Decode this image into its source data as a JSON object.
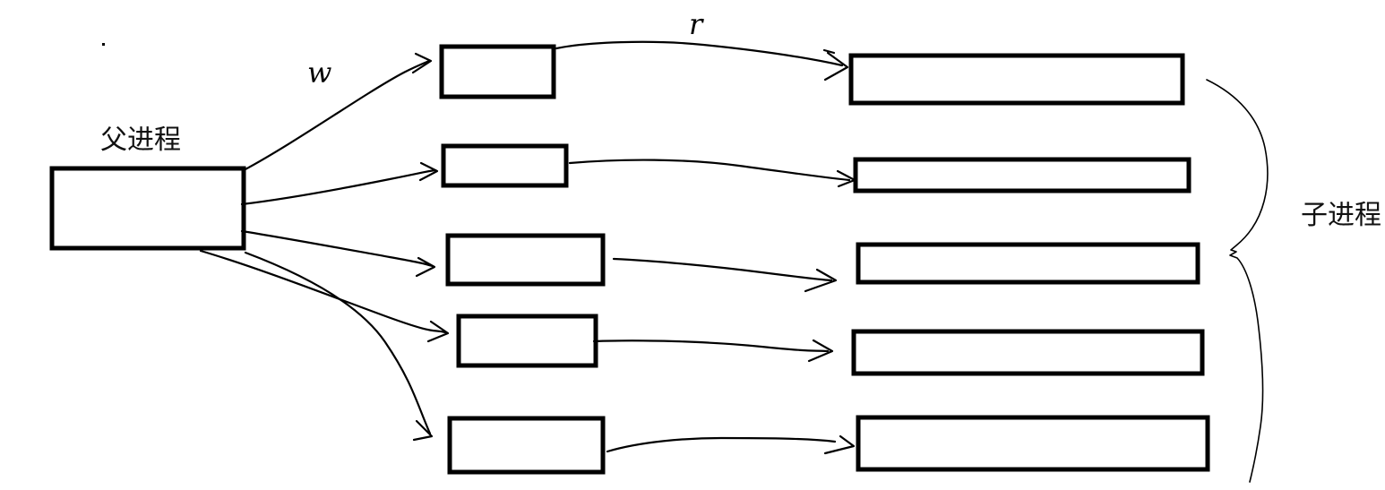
{
  "diagram": {
    "background_color": "#ffffff",
    "ink_color": "#000000",
    "labels": {
      "parent_process": "父进程",
      "child_processes": "子进程",
      "pipe_write": "w",
      "pipe_read": "r"
    },
    "counts": {
      "pipe_boxes": 5,
      "child_process_boxes": 5,
      "parent_to_pipe_arrows": 5,
      "pipe_to_child_arrows": 5
    }
  }
}
